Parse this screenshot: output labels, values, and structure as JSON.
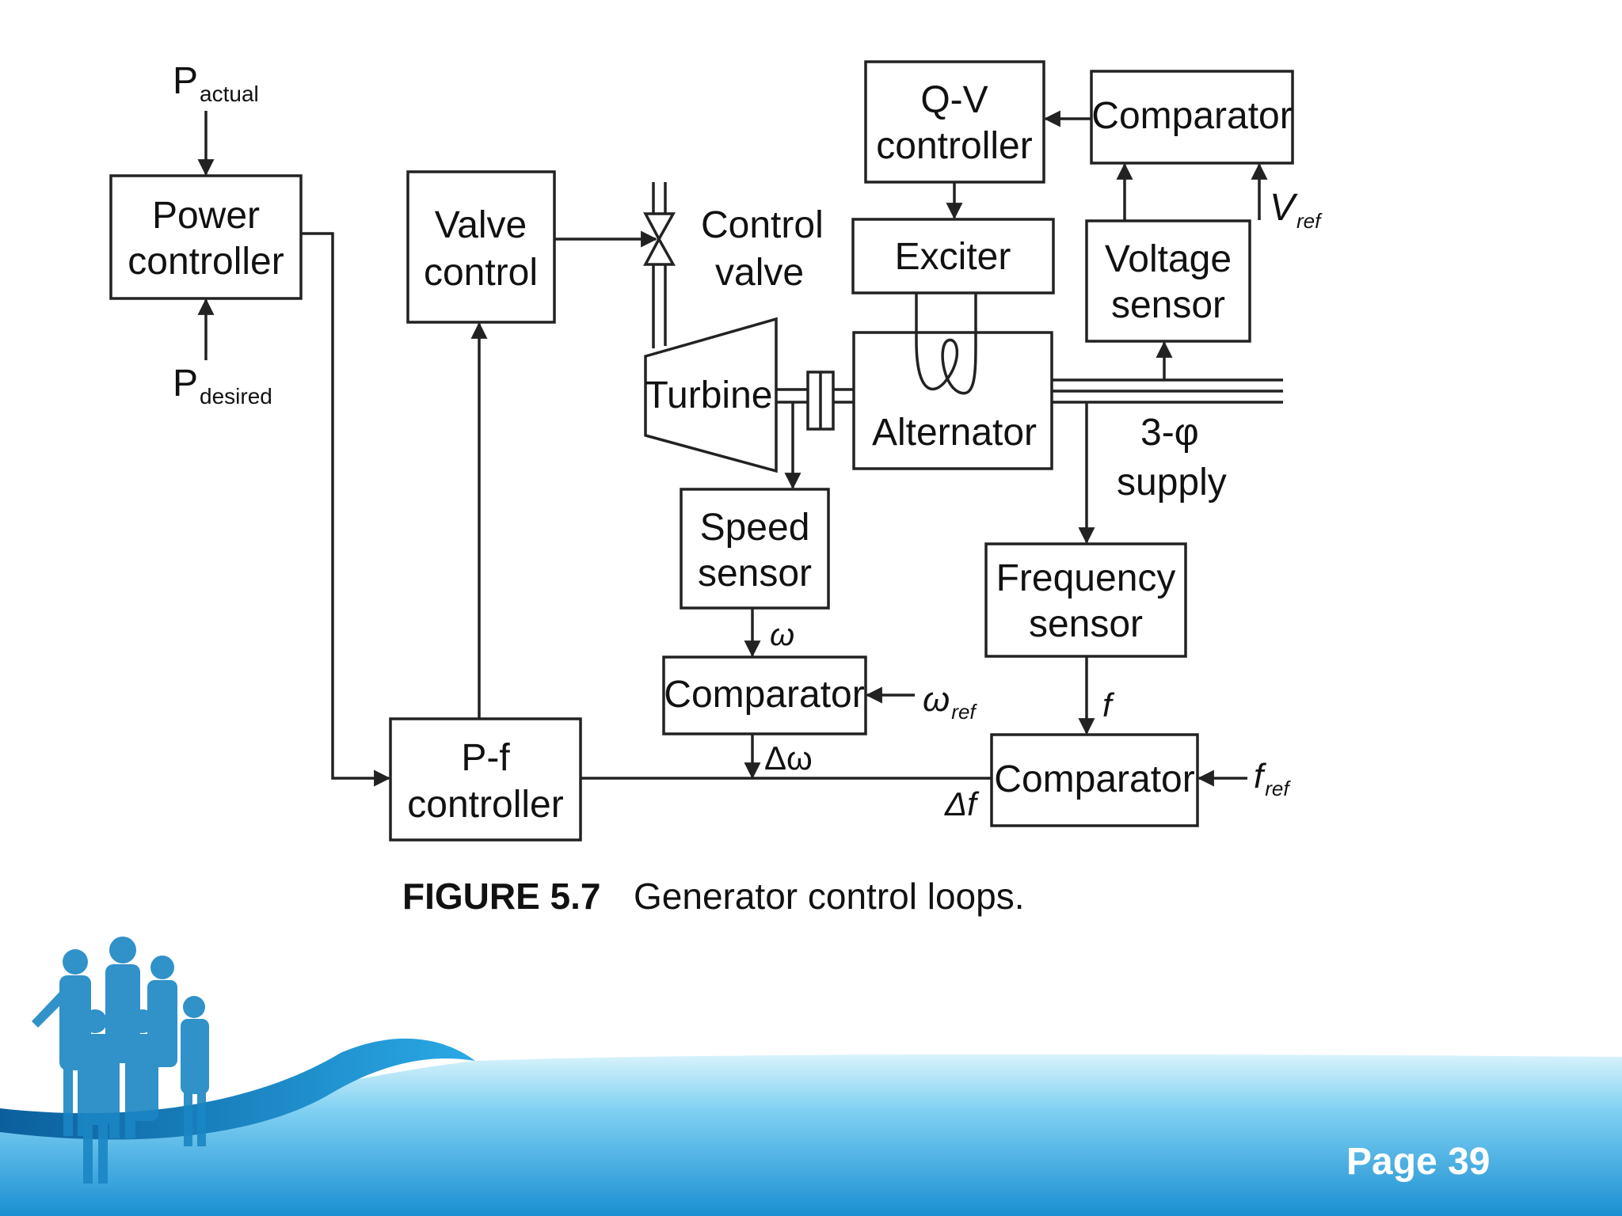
{
  "diagram": {
    "blocks": {
      "power_controller": [
        "Power",
        "controller"
      ],
      "valve_control": [
        "Valve",
        "control"
      ],
      "qv_controller": [
        "Q-V",
        "controller"
      ],
      "comparator_voltage": [
        "Comparator"
      ],
      "exciter": [
        "Exciter"
      ],
      "voltage_sensor": [
        "Voltage",
        "sensor"
      ],
      "turbine": [
        "Turbine"
      ],
      "alternator": [
        "Alternator"
      ],
      "speed_sensor": [
        "Speed",
        "sensor"
      ],
      "comparator_speed": [
        "Comparator"
      ],
      "frequency_sensor": [
        "Frequency",
        "sensor"
      ],
      "comparator_freq": [
        "Comparator"
      ],
      "pf_controller": [
        "P-f",
        "controller"
      ]
    },
    "labels": {
      "p_actual": {
        "main": "P",
        "sub": "actual"
      },
      "p_desired": {
        "main": "P",
        "sub": "desired"
      },
      "control_valve": [
        "Control",
        "valve"
      ],
      "v_ref": {
        "main": "V",
        "sub": "ref"
      },
      "supply": [
        "3-φ",
        "supply"
      ],
      "omega": "ω",
      "omega_ref": {
        "main": "ω",
        "sub": "ref"
      },
      "delta_omega": "Δω",
      "f": "f",
      "f_ref": {
        "main": "f",
        "sub": "ref"
      },
      "delta_f": "Δf"
    },
    "caption": {
      "figure": "FIGURE 5.7",
      "text": "Generator control loops."
    }
  },
  "footer": {
    "page_label": "Page 39",
    "colors": {
      "wave_light": "#cfeefa",
      "wave_mid": "#5fc3ee",
      "wave_dark": "#1a8fd2",
      "people": "#1b86c4"
    }
  }
}
